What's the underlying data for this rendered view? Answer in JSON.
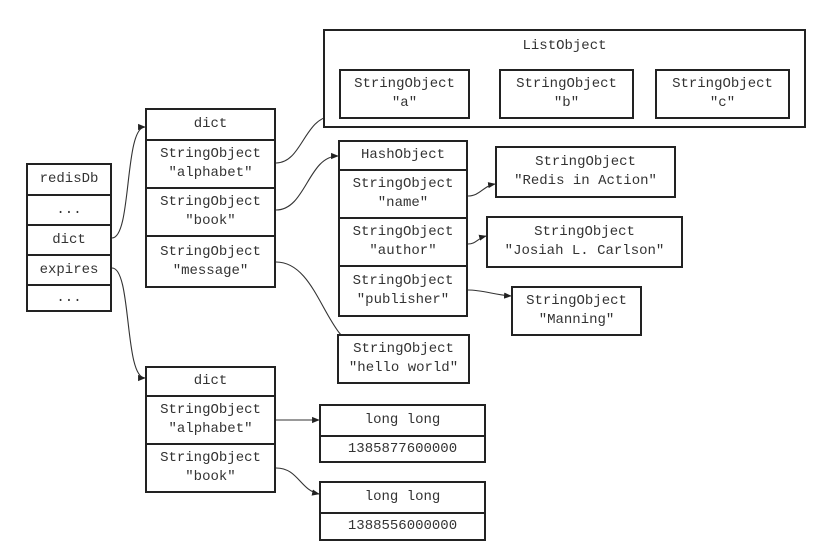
{
  "redisdb": {
    "cells": [
      "redisDb",
      "...",
      "dict",
      "expires",
      "..."
    ]
  },
  "dict_main": {
    "header": "dict",
    "entries": [
      [
        "StringObject",
        "\"alphabet\""
      ],
      [
        "StringObject",
        "\"book\""
      ],
      [
        "StringObject",
        "\"message\""
      ]
    ]
  },
  "list_object": {
    "title": "ListObject",
    "items": [
      [
        "StringObject",
        "\"a\""
      ],
      [
        "StringObject",
        "\"b\""
      ],
      [
        "StringObject",
        "\"c\""
      ]
    ]
  },
  "hash_object": {
    "header": "HashObject",
    "fields": [
      [
        "StringObject",
        "\"name\""
      ],
      [
        "StringObject",
        "\"author\""
      ],
      [
        "StringObject",
        "\"publisher\""
      ]
    ]
  },
  "hash_values": [
    [
      "StringObject",
      "\"Redis in Action\""
    ],
    [
      "StringObject",
      "\"Josiah L. Carlson\""
    ],
    [
      "StringObject",
      "\"Manning\""
    ]
  ],
  "message_value": [
    "StringObject",
    "\"hello world\""
  ],
  "dict_expires": {
    "header": "dict",
    "entries": [
      [
        "StringObject",
        "\"alphabet\""
      ],
      [
        "StringObject",
        "\"book\""
      ]
    ]
  },
  "expire_values": [
    [
      "long long",
      "1385877600000"
    ],
    [
      "long long",
      "1388556000000"
    ]
  ]
}
